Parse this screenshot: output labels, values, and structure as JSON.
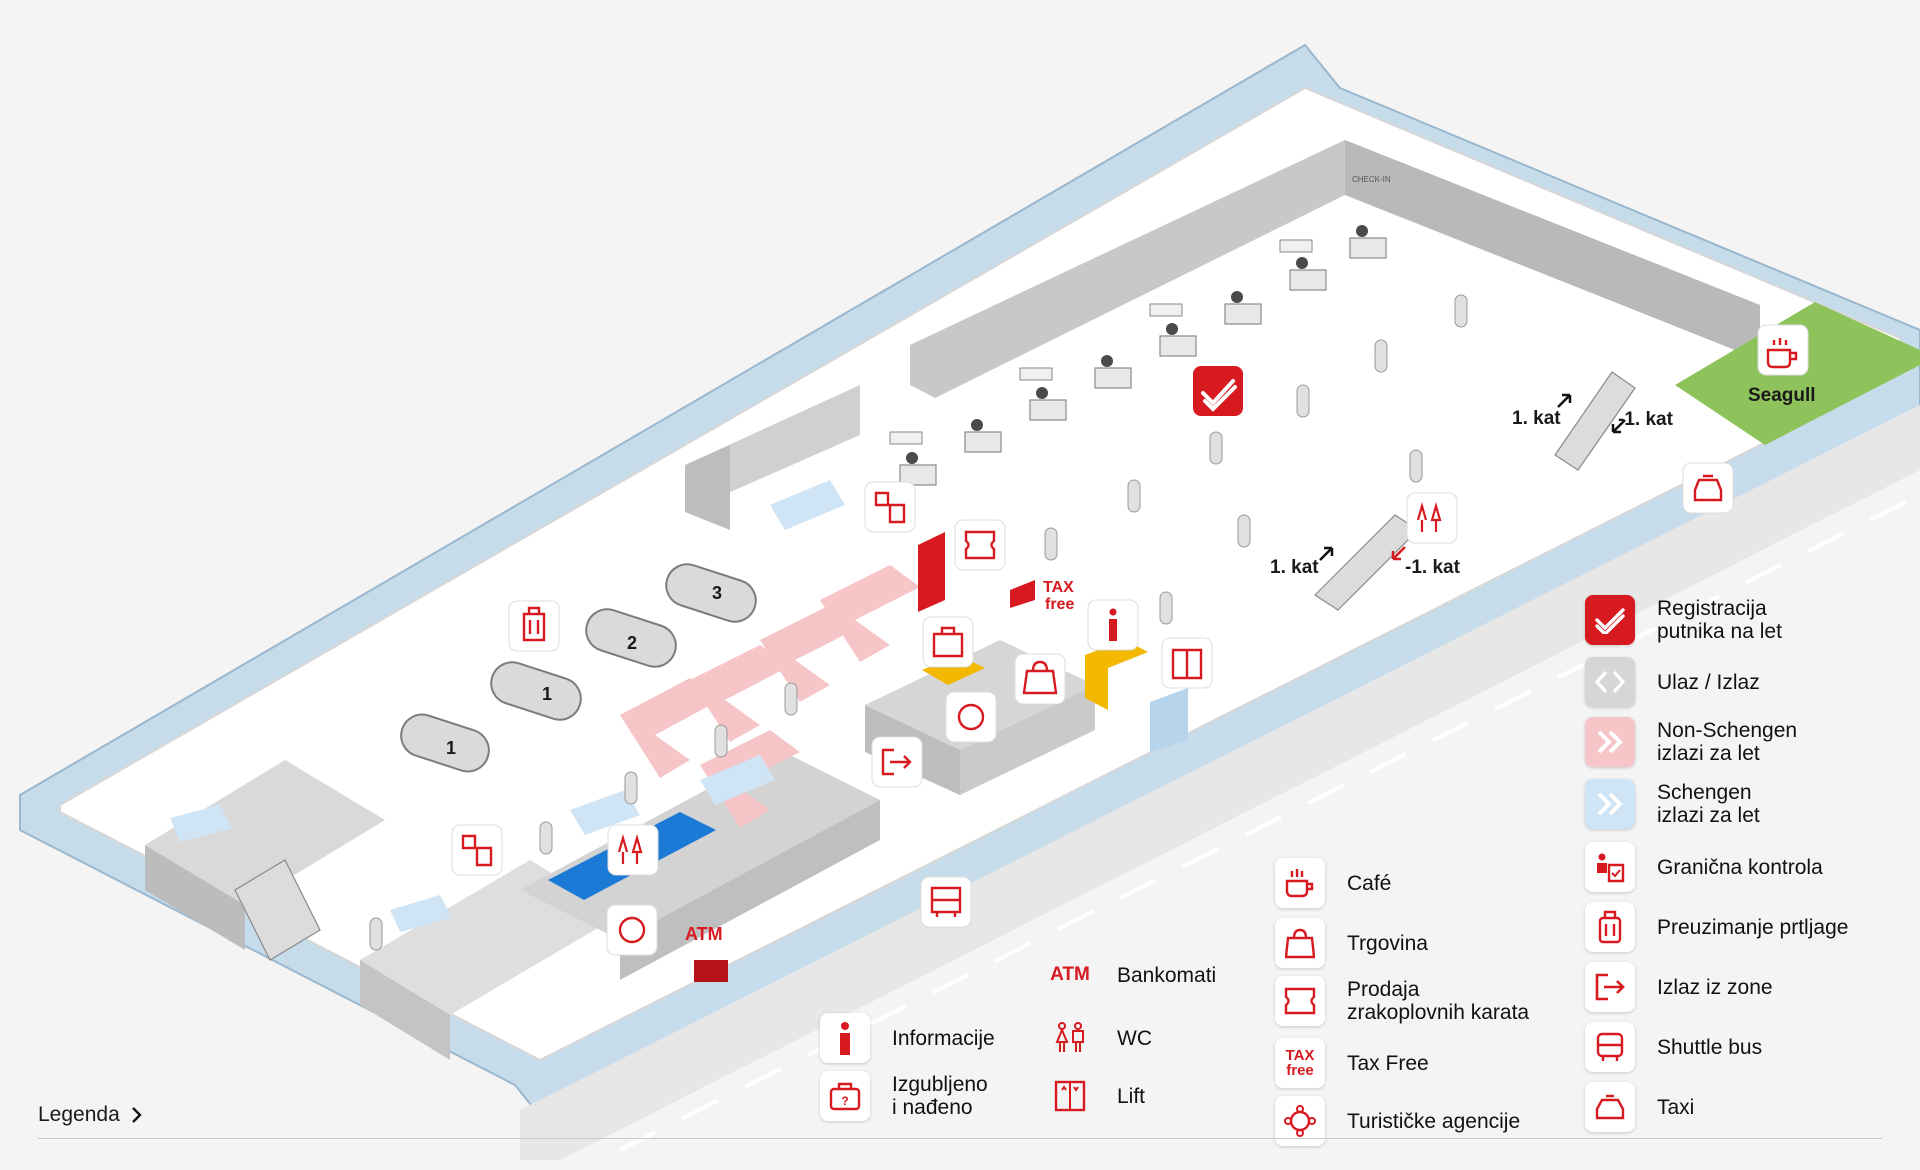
{
  "map_labels": {
    "floor_up_a": "1. kat",
    "floor_down_a": "-1. kat",
    "floor_up_b": "1. kat",
    "floor_down_b": "-1. kat",
    "cafe_name": "Seagull",
    "belt_1a": "1",
    "belt_1b": "1",
    "belt_2": "2",
    "belt_3": "3",
    "tax_line1": "TAX",
    "tax_line2": "free",
    "atm": "ATM",
    "checkin_sign": "CHECK-IN"
  },
  "legend": {
    "registration": "Registracija\nputnika na let",
    "entry_exit": "Ulaz / Izlaz",
    "non_schengen": "Non-Schengen\nizlazi za let",
    "schengen": "Schengen\nizlazi za let",
    "border_control": "Granična kontrola",
    "baggage_claim": "Preuzimanje prtljage",
    "zone_exit": "Izlaz iz zone",
    "shuttle": "Shuttle bus",
    "taxi": "Taxi",
    "cafe": "Café",
    "shop": "Trgovina",
    "tickets": "Prodaja\nzrakoplovnih karata",
    "tax_free": "Tax Free",
    "tourist": "Turističke agencije",
    "atm": "Bankomati",
    "info": "Informacije",
    "lost_found": "Izgubljeno\ni nađeno",
    "wc": "WC",
    "lift": "Lift",
    "atm_icon_text": "ATM",
    "tax_icon_line1": "TAX",
    "tax_icon_line2": "free"
  },
  "footer": {
    "legend_link": "Legenda"
  },
  "colors": {
    "brand_red": "#d71920",
    "pink": "#f6c5c8",
    "light_blue": "#cfe4f5",
    "yellow": "#f3b800",
    "pool_blue": "#1a7ad6",
    "green": "#8dc35a"
  }
}
